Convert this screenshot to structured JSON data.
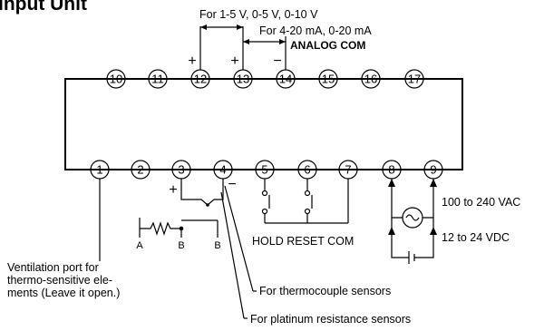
{
  "title": "Input Unit",
  "terminals_top": [
    "10",
    "11",
    "12",
    "13",
    "14",
    "15",
    "16",
    "17"
  ],
  "terminals_bottom": [
    "1",
    "2",
    "3",
    "4",
    "5",
    "6",
    "7",
    "8",
    "9"
  ],
  "labels": {
    "voltage_range": "For 1-5 V, 0-5 V, 0-10 V",
    "current_range": "For 4-20 mA, 0-20 mA",
    "analog_com": "ANALOG COM",
    "hold_reset_com": "HOLD RESET COM",
    "ac_supply": "100 to 240 VAC",
    "dc_supply": "12 to 24 VDC",
    "ventilation_line1": "Ventilation port for",
    "ventilation_line2": "thermo-sensitive ele-",
    "ventilation_line3": "ments (Leave it open.)",
    "thermocouple": "For thermocouple sensors",
    "platinum": "For platinum resistance sensors"
  },
  "signs": {
    "plus": "+",
    "minus": "−"
  },
  "rtd_terminals": [
    "A",
    "B",
    "B"
  ]
}
